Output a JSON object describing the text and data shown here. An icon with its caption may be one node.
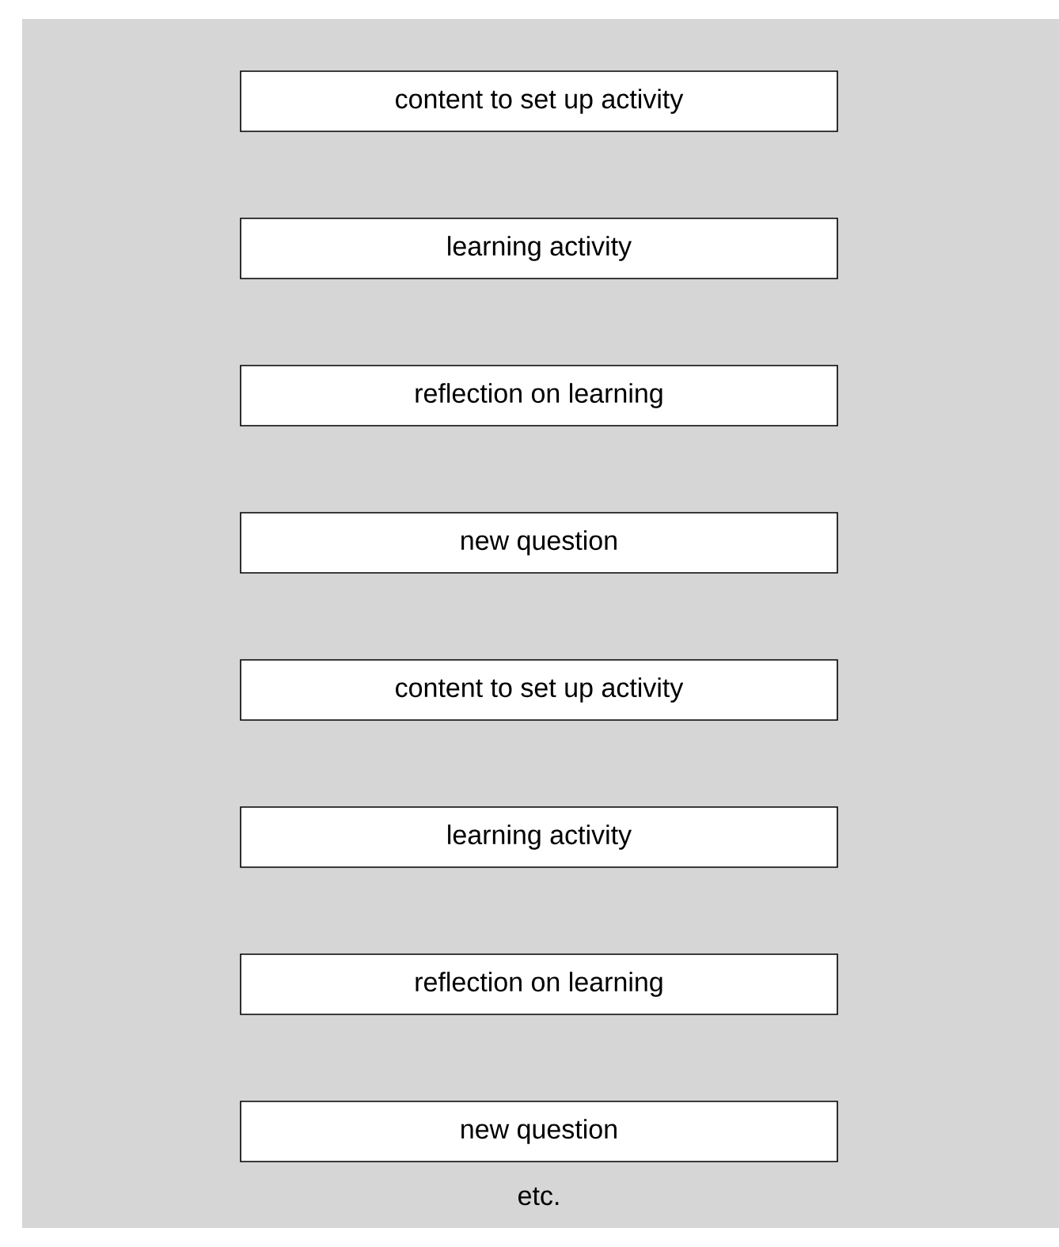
{
  "diagram": {
    "nodes": [
      {
        "text": [
          "content to set up activity"
        ]
      },
      {
        "text": [
          "learning activity"
        ]
      },
      {
        "text": [
          "reflection on learning"
        ]
      },
      {
        "text": [
          "new question"
        ]
      },
      {
        "text": [
          "content to set up activity"
        ]
      },
      {
        "text": [
          "learning activity"
        ]
      },
      {
        "text": [
          "reflection on learning"
        ]
      },
      {
        "text": [
          "new question"
        ]
      }
    ],
    "labels": [
      "etc."
    ]
  }
}
